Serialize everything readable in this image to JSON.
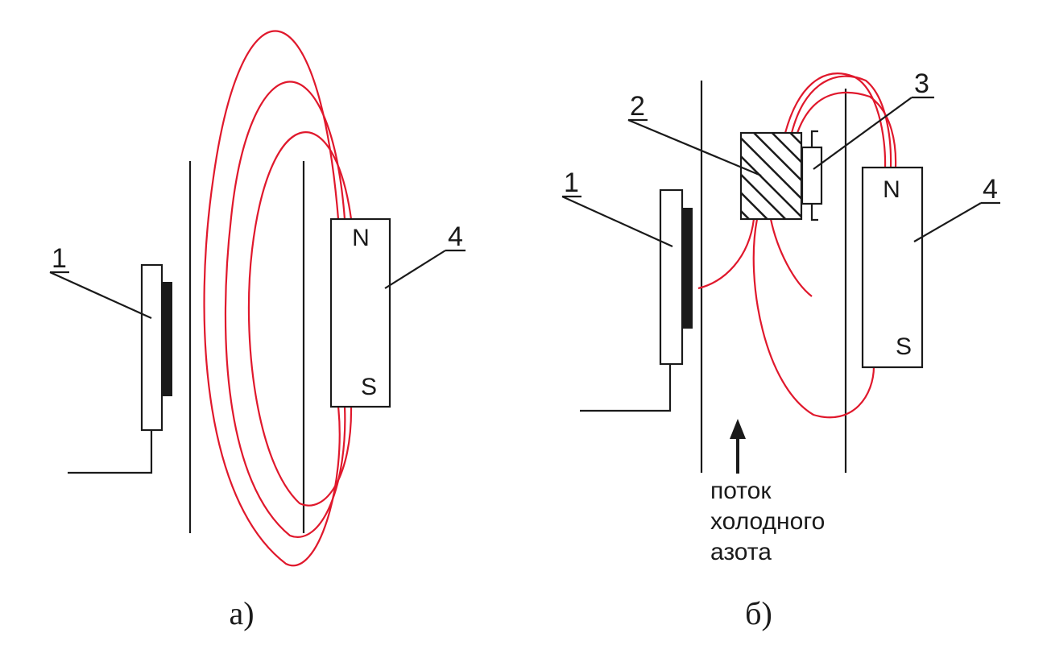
{
  "colors": {
    "field_lines": "#e0182c",
    "ink": "#1a1a1a",
    "film": "#1a1a1a",
    "background": "#ffffff"
  },
  "panel_a": {
    "caption": "а)",
    "film_label": "1",
    "magnet_label": "4",
    "magnet_north": "N",
    "magnet_south": "S"
  },
  "panel_b": {
    "caption": "б)",
    "film_label": "1",
    "sample_label": "2",
    "heater_label": "3",
    "magnet_label": "4",
    "magnet_north": "N",
    "magnet_south": "S",
    "flow_text": [
      "поток",
      "холодного",
      "азота"
    ]
  }
}
